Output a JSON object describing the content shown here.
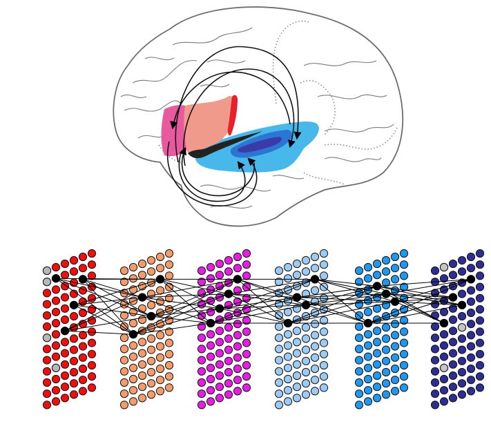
{
  "brain": {
    "regions": [
      {
        "id": "region-pink",
        "color": "#e85a9e"
      },
      {
        "id": "region-salmon",
        "color": "#ef9a8a"
      },
      {
        "id": "region-red-strip",
        "color": "#e8202a"
      },
      {
        "id": "region-light-blue",
        "color": "#48b7ea"
      },
      {
        "id": "region-mid-blue",
        "color": "#2a76d2"
      },
      {
        "id": "region-dark-blue",
        "color": "#3a3aa8"
      }
    ]
  },
  "network": {
    "layers": [
      {
        "id": "layer-1",
        "fill": "#ee0f0f",
        "highlight": "#b8b8b8"
      },
      {
        "id": "layer-2",
        "fill": "#f39c6b",
        "highlight": "#f39c6b"
      },
      {
        "id": "layer-3",
        "fill": "#e51fe0",
        "highlight": "#e51fe0"
      },
      {
        "id": "layer-4",
        "fill": "#9ccaf2",
        "highlight": "#9ccaf2"
      },
      {
        "id": "layer-5",
        "fill": "#2197ee",
        "highlight": "#2197ee"
      },
      {
        "id": "layer-6",
        "fill": "#2e2e92",
        "highlight": "#c4c4c4"
      }
    ],
    "active_color": "#000000"
  }
}
